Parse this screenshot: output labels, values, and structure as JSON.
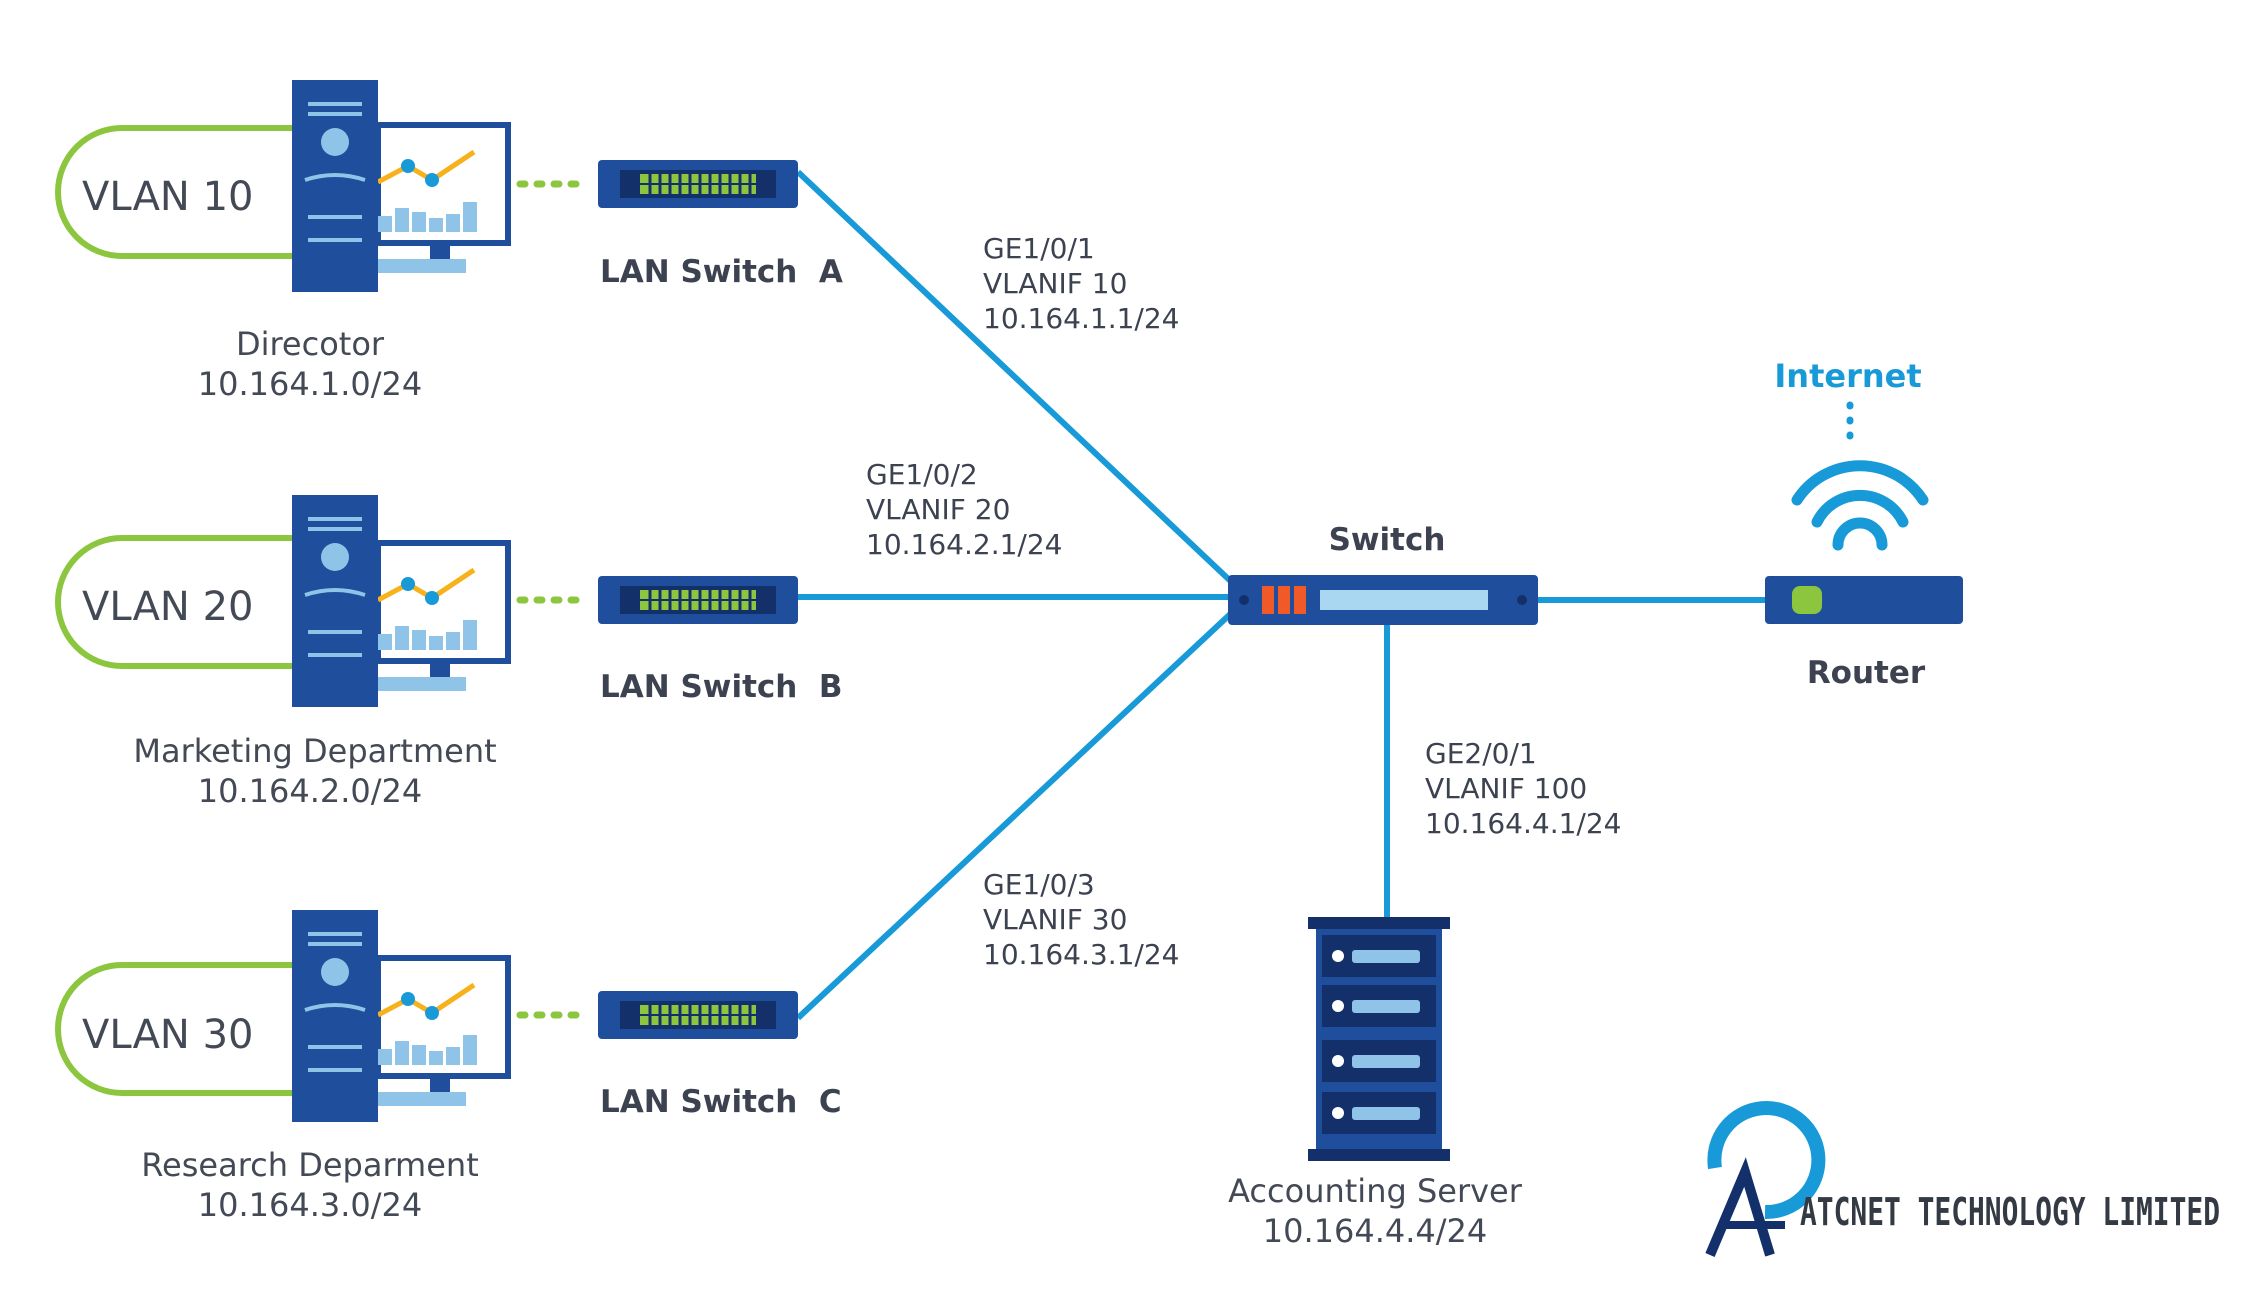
{
  "vlans": [
    {
      "label": "VLAN 10",
      "name": "Direcotor",
      "subnet": "10.164.1.0/24"
    },
    {
      "label": "VLAN 20",
      "name": "Marketing Department",
      "subnet": "10.164.2.0/24"
    },
    {
      "label": "VLAN 30",
      "name": "Research Deparment",
      "subnet": "10.164.3.0/24"
    }
  ],
  "lan_switches": [
    {
      "label": "LAN Switch  A"
    },
    {
      "label": "LAN Switch  B"
    },
    {
      "label": "LAN Switch  C"
    }
  ],
  "interfaces": [
    {
      "port": "GE1/0/1",
      "vlanif": "VLANIF 10",
      "ip": "10.164.1.1/24"
    },
    {
      "port": "GE1/0/2",
      "vlanif": "VLANIF 20",
      "ip": "10.164.2.1/24"
    },
    {
      "port": "GE1/0/3",
      "vlanif": "VLANIF 30",
      "ip": "10.164.3.1/24"
    },
    {
      "port": "GE2/0/1",
      "vlanif": "VLANIF 100",
      "ip": "10.164.4.1/24"
    }
  ],
  "core_switch": {
    "label": "Switch"
  },
  "router": {
    "label": "Router"
  },
  "internet": {
    "label": "Internet"
  },
  "server": {
    "name": "Accounting Server",
    "ip": "10.164.4.4/24"
  },
  "brand": {
    "name": "ATCNET TECHNOLOGY LIMITED"
  },
  "colors": {
    "link": "#199ad8",
    "vlan_loop": "#8cc63f",
    "device_navy": "#1f4e9c",
    "device_dark": "#14306b",
    "switch_leds": "#8cc63f",
    "core_ports": "#f05a28",
    "text": "#444a55"
  }
}
